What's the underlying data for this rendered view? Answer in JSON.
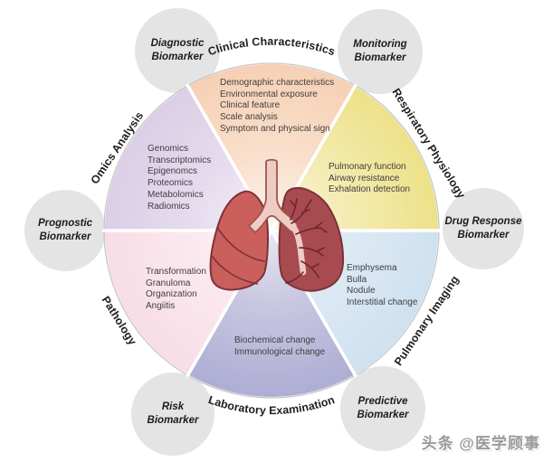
{
  "diagram": {
    "title_hint": "pulmonary biomarker wheel",
    "bubbles": [
      {
        "id": "diagnostic",
        "line1": "Diagnostic",
        "line2": "Biomarker"
      },
      {
        "id": "monitoring",
        "line1": "Monitoring",
        "line2": "Biomarker"
      },
      {
        "id": "prognostic",
        "line1": "Prognostic",
        "line2": "Biomarker"
      },
      {
        "id": "drug_response",
        "line1": "Drug Response",
        "line2": "Biomarker"
      },
      {
        "id": "risk",
        "line1": "Risk",
        "line2": "Biomarker"
      },
      {
        "id": "predictive",
        "line1": "Predictive",
        "line2": "Biomarker"
      }
    ],
    "sectors": [
      {
        "id": "clinical",
        "label": "Clinical Characteristics",
        "color": "#f6d0b4",
        "items": [
          "Demographic characteristics",
          "Environmental exposure",
          "Clinical feature",
          "Scale analysis",
          "Symptom and physical sign"
        ]
      },
      {
        "id": "respiratory",
        "label": "Respiratory Physiology",
        "color": "#ede188",
        "items": [
          "Pulmonary function",
          "Airway resistance",
          "Exhalation detection"
        ]
      },
      {
        "id": "imaging",
        "label": "Pulmonary Imaging",
        "color": "#cfe1f0",
        "items": [
          "Emphysema",
          "Bulla",
          "Nodule",
          "Interstitial change"
        ]
      },
      {
        "id": "laboratory",
        "label": "Laboratory Examination",
        "color": "#aeadd4",
        "items": [
          "Biochemical change",
          "Immunological change"
        ]
      },
      {
        "id": "pathology",
        "label": "Pathology",
        "color": "#f8dde6",
        "items": [
          "Transformation",
          "Granuloma",
          "Organization",
          "Angiitis"
        ]
      },
      {
        "id": "omics",
        "label": "Omics Analysis",
        "color": "#dbcee6",
        "items": [
          "Genomics",
          "Transcriptomics",
          "Epigenomcs",
          "Proteomics",
          "Metabolomics",
          "Radiomics"
        ]
      }
    ],
    "center_illustration": "lungs",
    "bubble_color": "#e4e4e4",
    "watermark": "头条 @医学顾事"
  }
}
